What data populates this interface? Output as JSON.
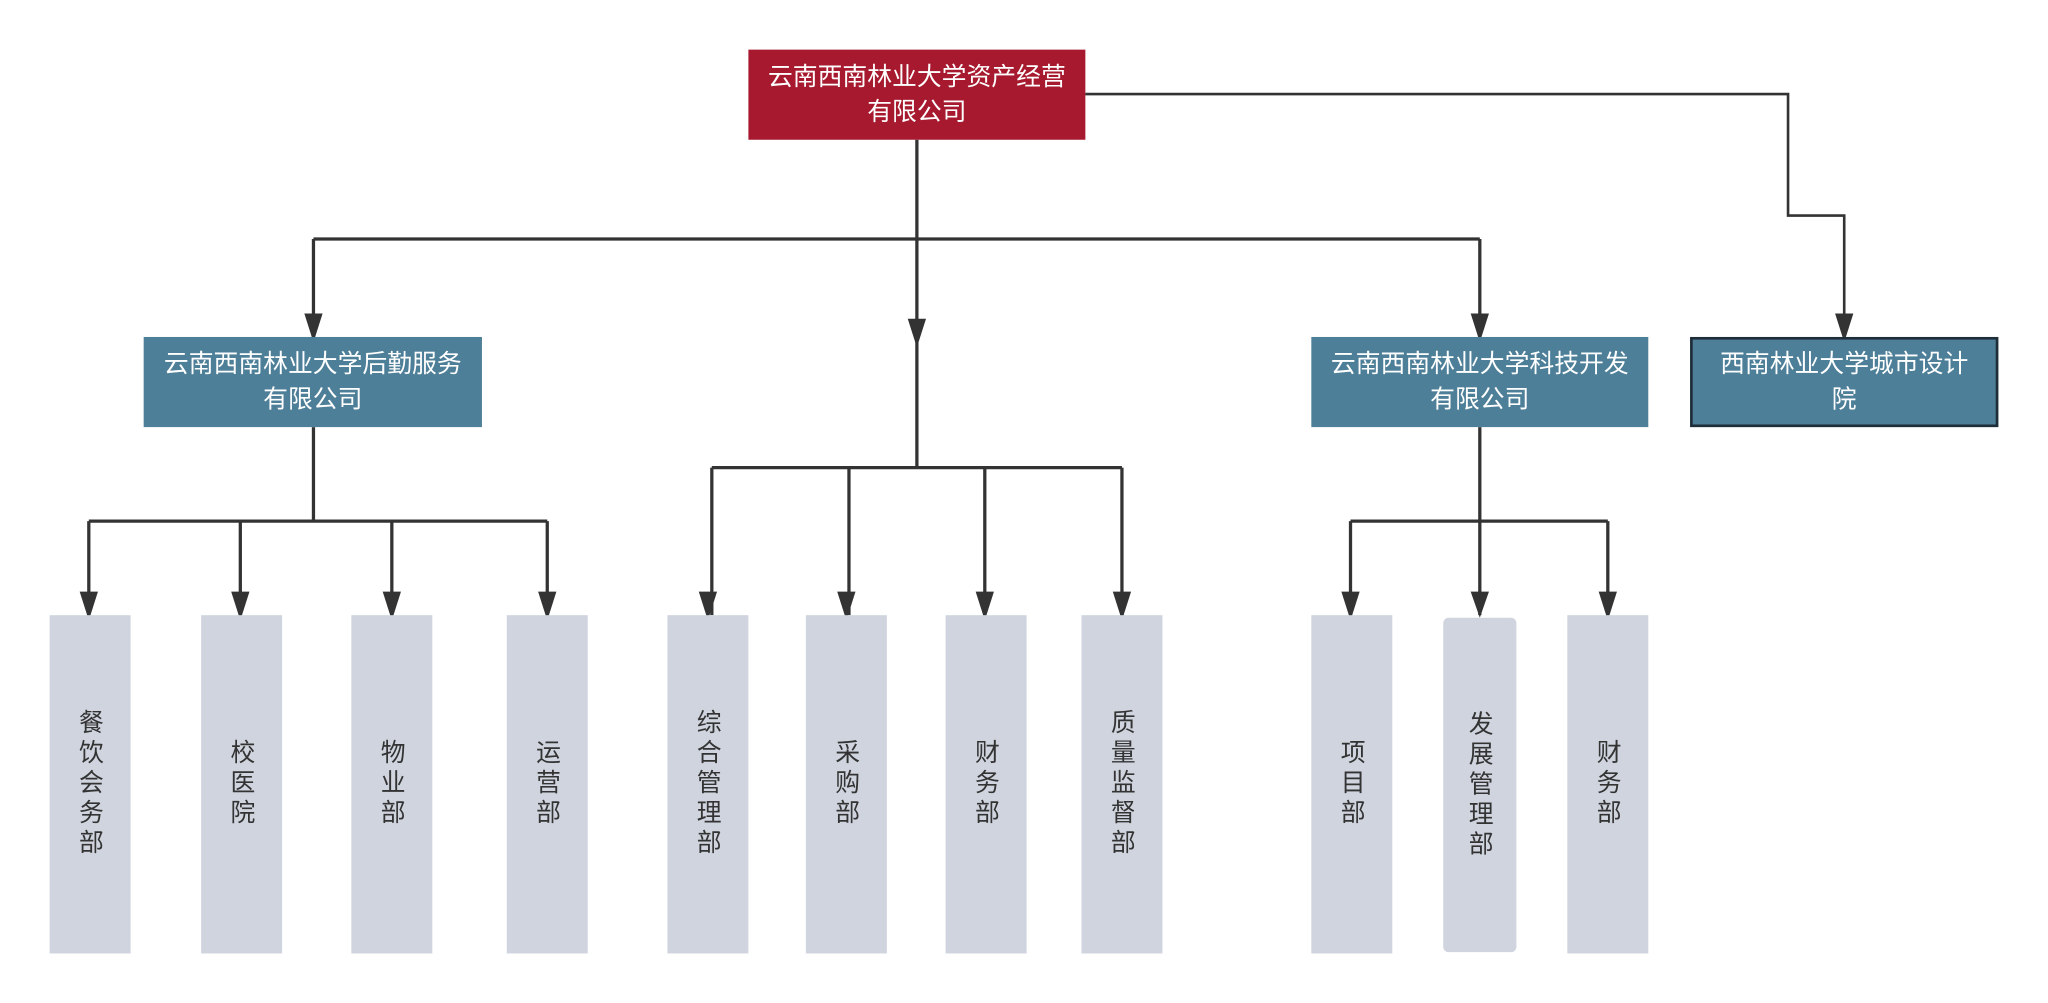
{
  "root": {
    "label": "云南西南林业大学资产经营有限公司"
  },
  "level2": [
    {
      "label": "云南西南林业大学后勤服务有限公司"
    },
    {
      "label": "云南西南林业大学科技开发有限公司"
    },
    {
      "label": "西南林业大学城市设计院"
    }
  ],
  "leaves": [
    {
      "label": "餐饮会务部"
    },
    {
      "label": "校医院"
    },
    {
      "label": "物业部"
    },
    {
      "label": "运营部"
    },
    {
      "label": "综合管理部"
    },
    {
      "label": "采购部"
    },
    {
      "label": "财务部"
    },
    {
      "label": "质量监督部"
    },
    {
      "label": "项目部"
    },
    {
      "label": "发展管理部"
    },
    {
      "label": "财务部"
    }
  ],
  "colors": {
    "root": "#A6192E",
    "company": "#4E7F98",
    "department": "#CFD4DE",
    "connector": "#333333"
  }
}
